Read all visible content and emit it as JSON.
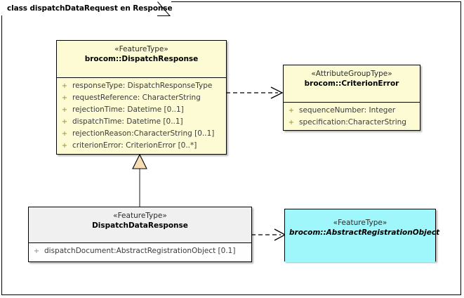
{
  "diagram": {
    "frame_label": "class dispatchDataRequest en Response",
    "colors": {
      "featuretype_fill": "#FCFBD4",
      "attributegrouptype_fill": "#FCFBD4",
      "abstract_fill": "#9FF7FB",
      "plain_header_fill": "#F0F0F0",
      "plain_fill": "#FEFEFE",
      "border": "#000000",
      "visibility_marker": "#9A8A3A",
      "attribute_text": "#3C3C3C"
    }
  },
  "classes": {
    "dispatch_response": {
      "stereotype": "«FeatureType»",
      "name": "brocom::DispatchResponse",
      "abstract": false,
      "attributes": [
        {
          "visibility": "+",
          "text": "responseType: DispatchResponseType"
        },
        {
          "visibility": "+",
          "text": "requestReference: CharacterString"
        },
        {
          "visibility": "+",
          "text": "rejectionTime: Datetime [0..1]"
        },
        {
          "visibility": "+",
          "text": "dispatchTime: Datetime [0..1]"
        },
        {
          "visibility": "+",
          "text": "rejectionReason:CharacterString [0..1]"
        },
        {
          "visibility": "+",
          "text": "criterionError: CriterionError [0..*]"
        }
      ]
    },
    "criterion_error": {
      "stereotype": "«AttributeGroupType»",
      "name": "brocom::CriterionError",
      "abstract": false,
      "attributes": [
        {
          "visibility": "+",
          "text": "sequenceNumber: Integer"
        },
        {
          "visibility": "+",
          "text": "specification:CharacterString"
        }
      ]
    },
    "dispatch_data_response": {
      "stereotype": "«FeatureType»",
      "name": "DispatchDataResponse",
      "abstract": false,
      "attributes": [
        {
          "visibility": "+",
          "text": "dispatchDocument:AbstractRegistrationObject [0.1]"
        }
      ]
    },
    "abstract_registration_object": {
      "stereotype": "«FeatureType»",
      "name": "brocom::AbstractRegistrationObject",
      "abstract": true,
      "attributes": []
    }
  },
  "connectors": [
    {
      "name": "dependency-dispatchresponse-to-criterionerror",
      "kind": "dependency",
      "style": "dashed-open-arrow",
      "from": "dispatch_response",
      "to": "criterion_error"
    },
    {
      "name": "generalization-dispatchdataresponse-to-dispatchresponse",
      "kind": "generalization",
      "style": "solid-hollow-triangle",
      "from": "dispatch_data_response",
      "to": "dispatch_response"
    },
    {
      "name": "dependency-dispatchdataresponse-to-abstractregistrationobject",
      "kind": "dependency",
      "style": "dashed-open-arrow",
      "from": "dispatch_data_response",
      "to": "abstract_registration_object"
    }
  ]
}
